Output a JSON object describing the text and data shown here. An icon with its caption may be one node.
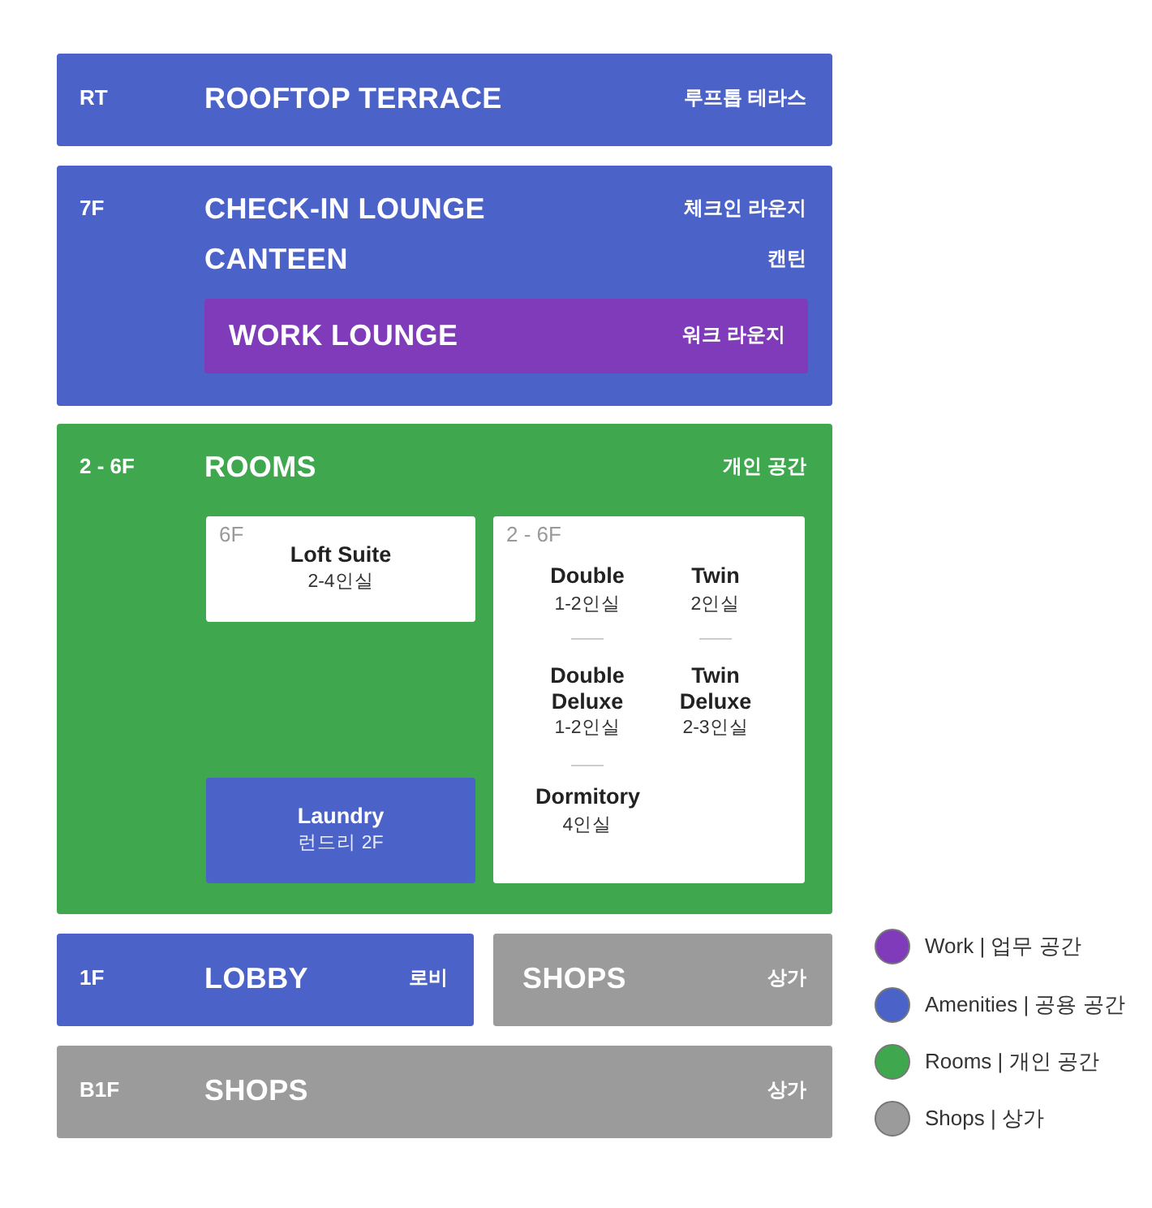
{
  "diagram": {
    "nodes": [
      {
        "text": [
          "RT",
          "ROOFTOP TERRACE",
          "루프톱 테라스"
        ]
      },
      {
        "text": [
          "7F",
          "CHECK-IN LOUNGE",
          "체크인 라운지",
          "CANTEEN",
          "캔틴"
        ]
      },
      {
        "text": [
          "WORK LOUNGE",
          "워크 라운지"
        ],
        "in": 1
      },
      {
        "text": [
          "2 - 6F",
          "ROOMS",
          "개인 공간"
        ]
      },
      {
        "text": [
          "6F",
          "Loft Suite",
          "2-4인실"
        ],
        "in": 3
      },
      {
        "text": [
          "2 - 6F",
          "Double",
          "1-2인실",
          "Twin",
          "2인실",
          "Double Deluxe",
          "1-2인실",
          "Twin Deluxe",
          "2-3인실",
          "Dormitory",
          "4인실"
        ],
        "in": 3
      },
      {
        "text": [
          "Laundry",
          "런드리 2F"
        ],
        "in": 3
      },
      {
        "text": [
          "1F",
          "LOBBY",
          "로비"
        ]
      },
      {
        "text": [
          "SHOPS",
          "상가"
        ]
      },
      {
        "text": [
          "B1F",
          "SHOPS",
          "상가"
        ]
      }
    ],
    "legend": [
      {
        "text": "Work | 업무 공간",
        "color": "#7f3bb9"
      },
      {
        "text": "Amenities | 공용 공간",
        "color": "#4b63c9"
      },
      {
        "text": "Rooms | 개인 공간",
        "color": "#3fa74d"
      },
      {
        "text": "Shops | 상가",
        "color": "#9b9b9b"
      }
    ]
  }
}
